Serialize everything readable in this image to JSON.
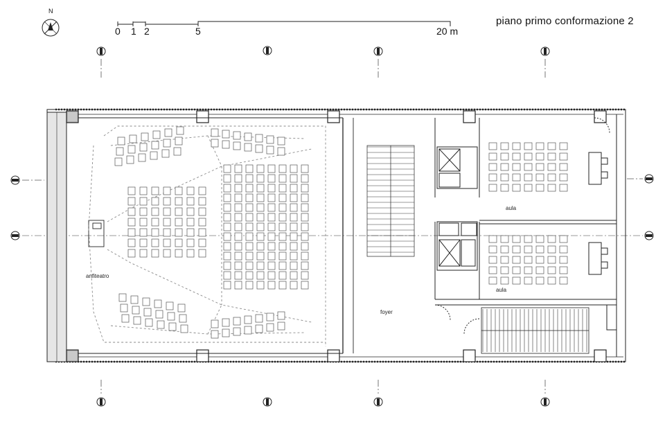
{
  "drawing": {
    "title": "piano primo conformazione 2",
    "north_label": "N",
    "scale_bar": {
      "ticks": [
        "0",
        "1",
        "2",
        "5",
        "20 m"
      ]
    },
    "rooms": {
      "auditorium": "anfiteatro",
      "foyer": "foyer",
      "classroom_upper": "aula",
      "classroom_lower": "aula"
    }
  },
  "colors": {
    "ink": "#222222",
    "dashed": "#8a8a8a",
    "light": "#bdbdbd",
    "background": "#ffffff"
  }
}
